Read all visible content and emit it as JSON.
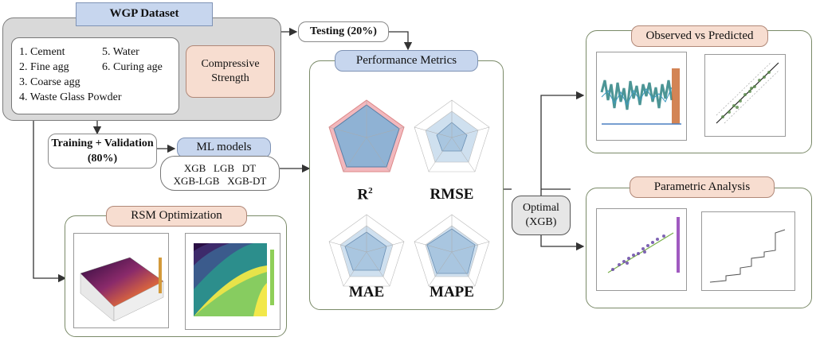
{
  "dataset": {
    "title": "WGP Dataset",
    "inputs_left": [
      "1.  Cement",
      "2.  Fine agg",
      "3.  Coarse agg",
      "4.  Waste Glass Powder"
    ],
    "inputs_right": [
      "5. Water",
      "6. Curing age"
    ],
    "output": "Compressive Strength"
  },
  "testing": "Testing (20%)",
  "training": "Training + Validation (80%)",
  "ml": {
    "title": "ML models",
    "row1": "XGB   LGB   DT",
    "row2": "XGB-LGB   XGB-DT"
  },
  "rsm": {
    "title": "RSM Optimization"
  },
  "metrics": {
    "title": "Performance Metrics",
    "r2": "R",
    "r2_sup": "2",
    "rmse": "RMSE",
    "mae": "MAE",
    "mape": "MAPE"
  },
  "optimal": {
    "line1": "Optimal",
    "line2": "(XGB)"
  },
  "observed": {
    "title": "Observed vs Predicted"
  },
  "parametric": {
    "title": "Parametric Analysis"
  },
  "colors": {
    "blue_label": "#c7d6ee",
    "peach_label": "#f7ddd0",
    "panel_border": "#7a8a68",
    "gray_panel": "#d9d9d9",
    "radar_fill": "#a9c6e0",
    "radar_r2_bg": "#f2b8bd"
  }
}
